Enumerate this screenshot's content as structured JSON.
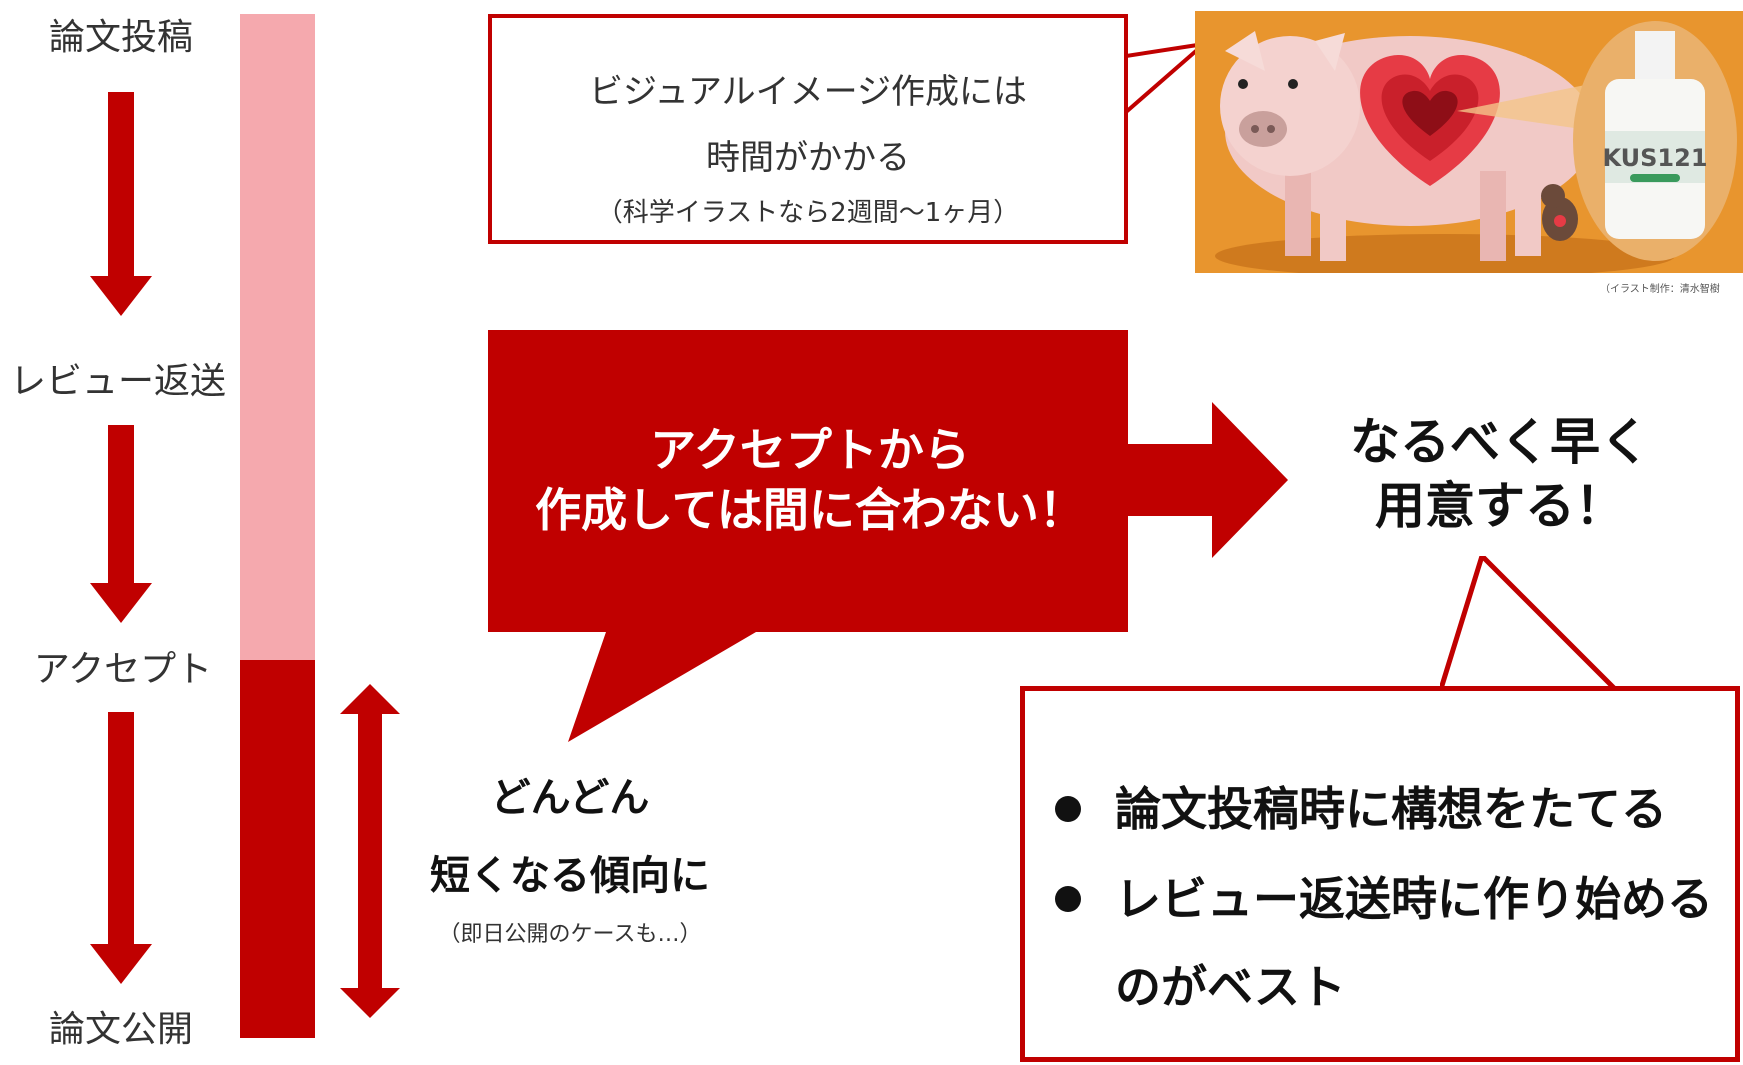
{
  "stages": [
    {
      "label": "論文投稿"
    },
    {
      "label": "レビュー返送"
    },
    {
      "label": "アクセプト"
    },
    {
      "label": "論文公開"
    }
  ],
  "note_bubble": {
    "line1": "ビジュアルイメージ作成には",
    "line2": "時間がかかる",
    "line3": "（科学イラストなら2週間〜1ヶ月）"
  },
  "illustration": {
    "label": "KUS121",
    "credit": "（イラスト制作：清水智樹"
  },
  "warning_callout": {
    "line1": "アクセプトから",
    "line2": "作成しては間に合わない！"
  },
  "cta": {
    "line1": "なるべく早く",
    "line2": "用意する！"
  },
  "shortening": {
    "line1": "どんどん",
    "line2": "短くなる傾向に",
    "note": "（即日公開のケースも…）"
  },
  "best_practice": {
    "bullets": [
      "論文投稿時に構想をたてる",
      "レビュー返送時に作り始める"
    ],
    "continuation": "のがベスト"
  },
  "colors": {
    "accent": "#c00000",
    "timeline_light": "#f5a9ae",
    "illustration_bg": "#e8952e"
  },
  "icons": [
    "down-arrow-icon",
    "double-arrow-icon",
    "right-arrow-icon",
    "bullet-icon"
  ]
}
